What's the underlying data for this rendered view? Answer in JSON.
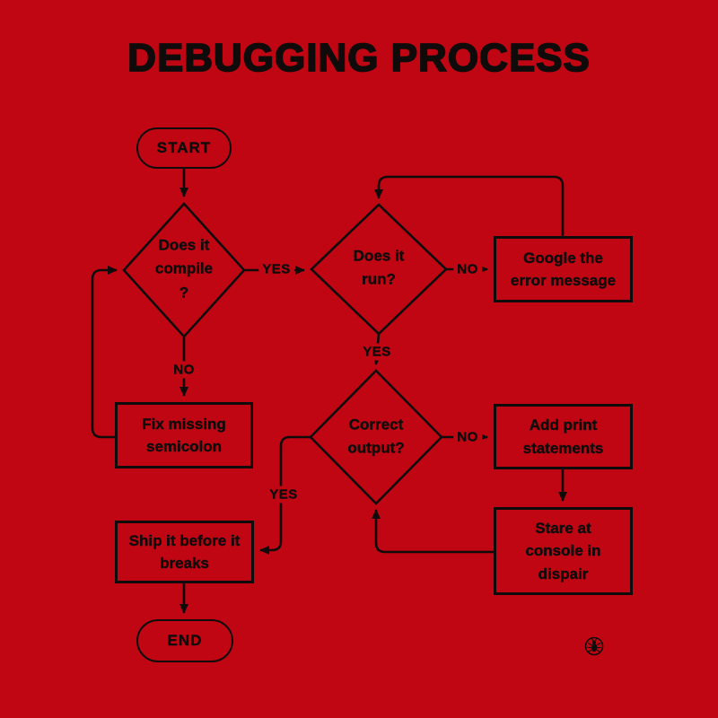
{
  "page": {
    "background_color": "#c00513",
    "ink_color": "#100b0b"
  },
  "title": "DEBUGGING PROCESS",
  "nodes": {
    "start": {
      "label": "START"
    },
    "compile": {
      "label": "Does it\ncompile\n?"
    },
    "run": {
      "label": "Does it\nrun?"
    },
    "google": {
      "label": "Google the\nerror message"
    },
    "fix": {
      "label": "Fix missing\nsemicolon"
    },
    "correct": {
      "label": "Correct\noutput?"
    },
    "addprint": {
      "label": "Add print\nstatements"
    },
    "stare": {
      "label": "Stare at\nconsole in\ndispair"
    },
    "ship": {
      "label": "Ship it before it\nbreaks"
    },
    "end": {
      "label": "END"
    }
  },
  "edge_labels": {
    "compile_yes": "YES",
    "compile_no": "NO",
    "run_no": "NO",
    "run_yes": "YES",
    "correct_no": "NO",
    "correct_yes": "YES"
  },
  "icons": {
    "bug_badge": "bug-icon"
  }
}
